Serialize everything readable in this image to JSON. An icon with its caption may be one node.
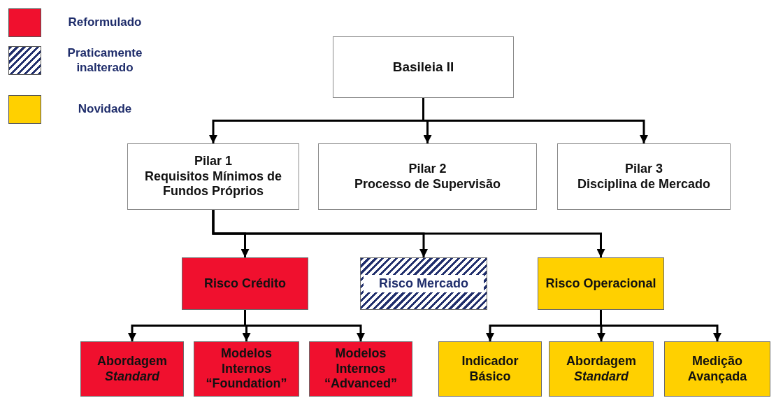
{
  "diagram": {
    "nodes": [
      {
        "text": [
          "Basileia II"
        ]
      },
      {
        "text": [
          "Pilar 1",
          "Requisitos Mínimos de Fundos Próprios"
        ]
      },
      {
        "text": [
          "Pilar 2",
          "Processo de Supervisão"
        ]
      },
      {
        "text": [
          "Pilar 3",
          "Disciplina de Mercado"
        ]
      },
      {
        "text": [
          "Risco Crédito"
        ]
      },
      {
        "text": [
          "Risco Mercado"
        ]
      },
      {
        "text": [
          "Risco Operacional"
        ]
      },
      {
        "text": [
          "Abordagem *Standard*"
        ]
      },
      {
        "text": [
          "Modelos Internos “Foundation”"
        ]
      },
      {
        "text": [
          "Modelos Internos “Advanced”"
        ]
      },
      {
        "text": [
          "Indicador Básico"
        ]
      },
      {
        "text": [
          "Abordagem *Standard*"
        ]
      },
      {
        "text": [
          "Medição Avançada"
        ]
      }
    ],
    "edges": [
      {
        "from": 0,
        "to": 1,
        "arrow": "to"
      },
      {
        "from": 0,
        "to": 2,
        "arrow": "to"
      },
      {
        "from": 0,
        "to": 3,
        "arrow": "to"
      },
      {
        "from": 1,
        "to": 4,
        "arrow": "to"
      },
      {
        "from": 1,
        "to": 5,
        "arrow": "to"
      },
      {
        "from": 1,
        "to": 6,
        "arrow": "to"
      },
      {
        "from": 4,
        "to": 7,
        "arrow": "to"
      },
      {
        "from": 4,
        "to": 8,
        "arrow": "to"
      },
      {
        "from": 4,
        "to": 9,
        "arrow": "to"
      },
      {
        "from": 6,
        "to": 10,
        "arrow": "to"
      },
      {
        "from": 6,
        "to": 11,
        "arrow": "to"
      },
      {
        "from": 6,
        "to": 12,
        "arrow": "to"
      }
    ],
    "legend": [
      {
        "text": "Reformulado",
        "color": "#f0102e"
      },
      {
        "text": "Praticamente inalterado"
      },
      {
        "text": "Novidade",
        "color": "#ffd000"
      }
    ]
  }
}
